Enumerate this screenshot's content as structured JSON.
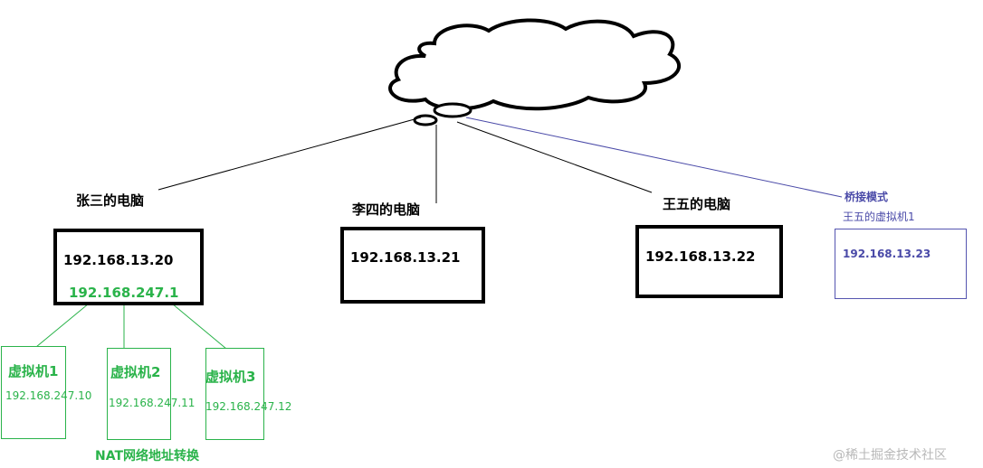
{
  "hosts": [
    {
      "name": "张三的电脑",
      "ip": "192.168.13.20",
      "ip2": "192.168.247.1"
    },
    {
      "name": "李四的电脑",
      "ip": "192.168.13.21"
    },
    {
      "name": "王五的电脑",
      "ip": "192.168.13.22"
    }
  ],
  "bridge": {
    "mode_label": "桥接模式",
    "vm_name": "王五的虚拟机1",
    "ip": "192.168.13.23"
  },
  "vms": [
    {
      "name": "虚拟机1",
      "ip": "192.168.247.10"
    },
    {
      "name": "虚拟机2",
      "ip": "192.168.247.11"
    },
    {
      "name": "虚拟机3",
      "ip": "192.168.247.12"
    }
  ],
  "nat_label": "NAT网络地址转换",
  "watermark": "@稀土掘金技术社区",
  "colors": {
    "green": "#2ab34a",
    "blue": "#4a4aa8",
    "black": "#000000"
  }
}
